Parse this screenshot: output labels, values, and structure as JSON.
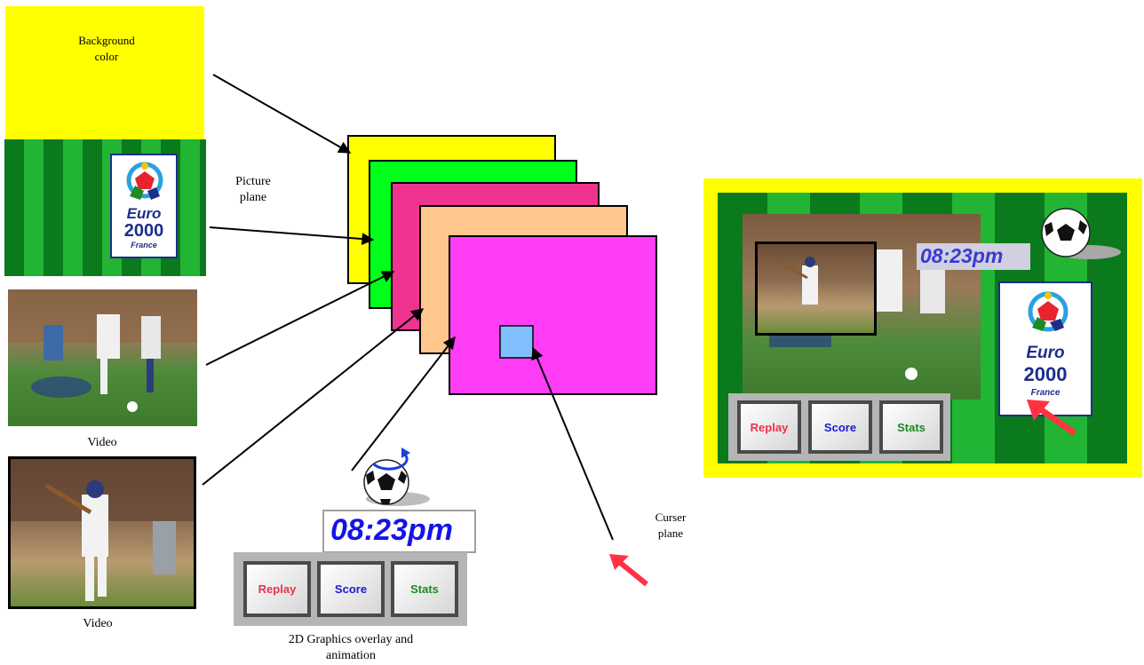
{
  "labels": {
    "background": "Background\ncolor",
    "picture": "Picture\nplane",
    "video1": "Video",
    "video2": "Video",
    "graphics": "2D Graphics overlay and\nanimation",
    "cursor": "Curser\nplane"
  },
  "logo": {
    "line1": "Euro",
    "line2": "2000",
    "line3": "France"
  },
  "clock": "08:23pm",
  "buttons": [
    {
      "label": "Replay",
      "color": "#e8344a"
    },
    {
      "label": "Score",
      "color": "#1a1ad6"
    },
    {
      "label": "Stats",
      "color": "#1e8a22"
    }
  ],
  "colors": {
    "background_plane": "#ffff00",
    "picture_plane": "#00ff1a",
    "video_plane_1": "#f0338f",
    "video_plane_2": "#ffc78c",
    "graphics_plane": "#ff3df5",
    "cursor_square": "#80bfff",
    "cursor_arrow": "#ff3344"
  }
}
